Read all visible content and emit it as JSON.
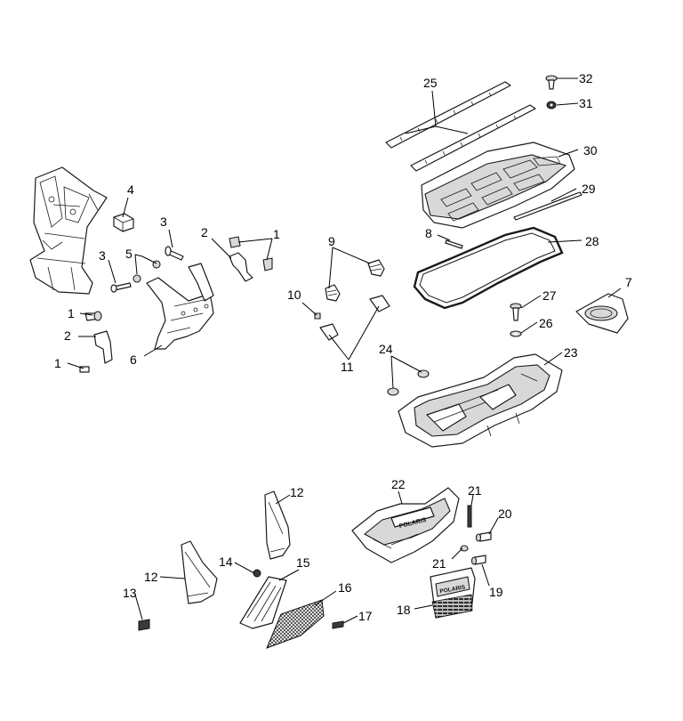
{
  "callouts": [
    {
      "id": "c1a",
      "label": "1"
    },
    {
      "id": "c1b",
      "label": "1"
    },
    {
      "id": "c1c",
      "label": "1"
    },
    {
      "id": "c2a",
      "label": "2"
    },
    {
      "id": "c2b",
      "label": "2"
    },
    {
      "id": "c3a",
      "label": "3"
    },
    {
      "id": "c3b",
      "label": "3"
    },
    {
      "id": "c4",
      "label": "4"
    },
    {
      "id": "c5",
      "label": "5"
    },
    {
      "id": "c6",
      "label": "6"
    },
    {
      "id": "c7",
      "label": "7"
    },
    {
      "id": "c8",
      "label": "8"
    },
    {
      "id": "c9",
      "label": "9"
    },
    {
      "id": "c10",
      "label": "10"
    },
    {
      "id": "c11",
      "label": "11"
    },
    {
      "id": "c12a",
      "label": "12"
    },
    {
      "id": "c12b",
      "label": "12"
    },
    {
      "id": "c13",
      "label": "13"
    },
    {
      "id": "c14",
      "label": "14"
    },
    {
      "id": "c15",
      "label": "15"
    },
    {
      "id": "c16",
      "label": "16"
    },
    {
      "id": "c17",
      "label": "17"
    },
    {
      "id": "c18",
      "label": "18"
    },
    {
      "id": "c19",
      "label": "19"
    },
    {
      "id": "c20",
      "label": "20"
    },
    {
      "id": "c21a",
      "label": "21"
    },
    {
      "id": "c21b",
      "label": "21"
    },
    {
      "id": "c22",
      "label": "22"
    },
    {
      "id": "c23",
      "label": "23"
    },
    {
      "id": "c24",
      "label": "24"
    },
    {
      "id": "c25",
      "label": "25"
    },
    {
      "id": "c26",
      "label": "26"
    },
    {
      "id": "c27",
      "label": "27"
    },
    {
      "id": "c28",
      "label": "28"
    },
    {
      "id": "c29",
      "label": "29"
    },
    {
      "id": "c30",
      "label": "30"
    },
    {
      "id": "c31",
      "label": "31"
    },
    {
      "id": "c32",
      "label": "32"
    }
  ],
  "bumper_logo": "POLARIS",
  "plate_logo": "POLARIS"
}
